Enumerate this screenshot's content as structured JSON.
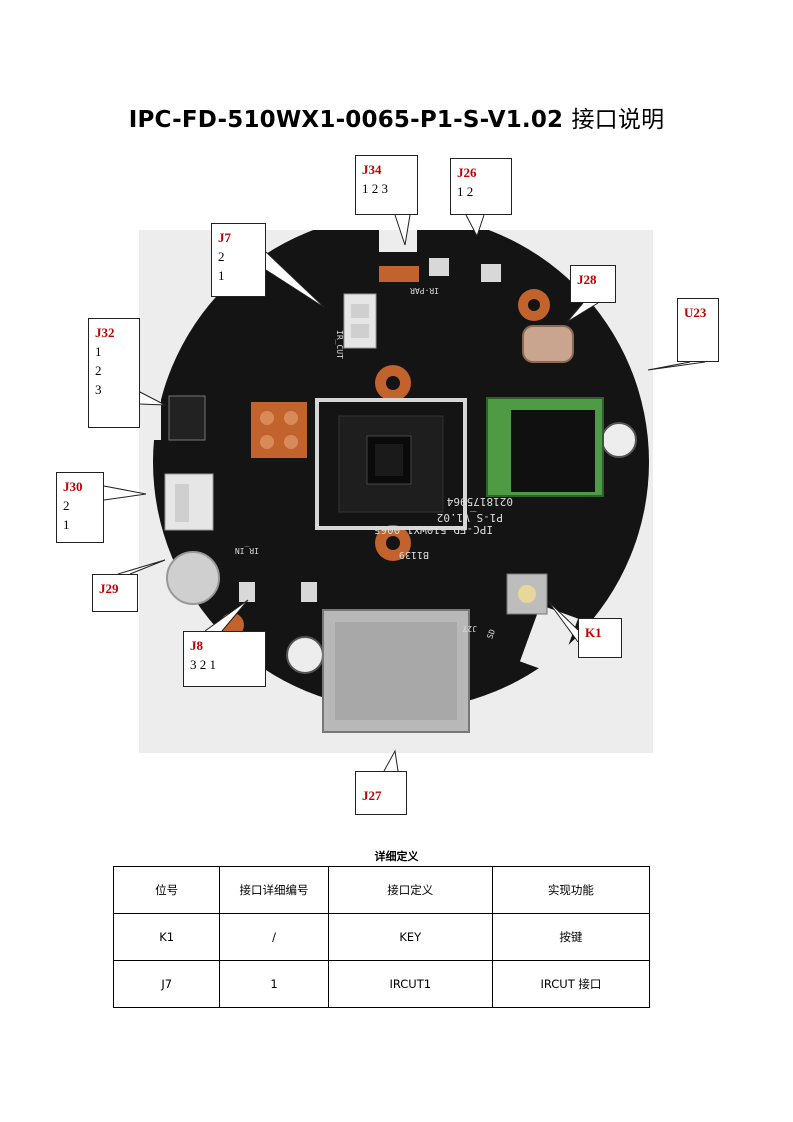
{
  "title": {
    "main": "IPC-FD-510WX1-0065-P1-S-V1.02",
    "suffix": "接口说明"
  },
  "board_silkscreen": {
    "model": "IPC-FD-510WX1-0065-",
    "version": "P1-S_V1.02",
    "date": "0218175964",
    "code": "B1139",
    "ircut": "IR_CUT",
    "irpar": "IR-PAR",
    "irin": "IR_IN",
    "sd": "SD",
    "j27": "J27"
  },
  "callouts": [
    {
      "id": "J34",
      "pins": [
        "1 2 3"
      ]
    },
    {
      "id": "J26",
      "pins": [
        "1 2"
      ]
    },
    {
      "id": "J7",
      "pins": [
        "2",
        "1"
      ]
    },
    {
      "id": "J28",
      "pins": []
    },
    {
      "id": "U23",
      "pins": []
    },
    {
      "id": "J32",
      "pins": [
        "1",
        "2",
        "3"
      ]
    },
    {
      "id": "J30",
      "pins": [
        "2",
        "1"
      ]
    },
    {
      "id": "J29",
      "pins": []
    },
    {
      "id": "J8",
      "pins": [
        "3 2 1"
      ]
    },
    {
      "id": "K1",
      "pins": []
    },
    {
      "id": "J27",
      "pins": []
    }
  ],
  "table": {
    "caption": "详细定义",
    "headers": [
      "位号",
      "接口详细编号",
      "接口定义",
      "实现功能"
    ],
    "rows": [
      [
        "K1",
        "/",
        "KEY",
        "按键"
      ],
      [
        "J7",
        "1",
        "IRCUT1",
        "IRCUT 接口"
      ]
    ]
  },
  "colors": {
    "label_red": "#c00000",
    "pcb": "#141414",
    "copper": "#c2622d",
    "rf_module": "#4f9a45"
  }
}
